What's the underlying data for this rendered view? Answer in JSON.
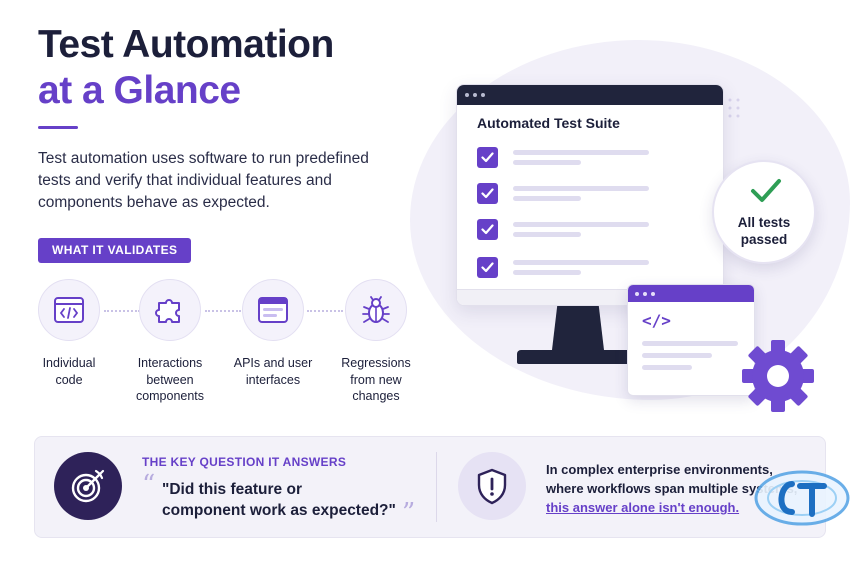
{
  "title": {
    "line1": "Test Automation",
    "line2": "at a Glance"
  },
  "description": "Test automation uses software to run predefined tests and verify that individual features and components behave as expected.",
  "validates": {
    "label": "WHAT IT VALIDATES",
    "items": [
      {
        "label": "Individual code",
        "icon": "code-window-icon"
      },
      {
        "label": "Interactions between components",
        "icon": "puzzle-icon"
      },
      {
        "label": "APIs and user interfaces",
        "icon": "browser-window-icon"
      },
      {
        "label": "Regressions from new changes",
        "icon": "bug-icon"
      }
    ]
  },
  "illustration": {
    "suite_title": "Automated Test Suite",
    "badge_text": "All tests passed",
    "code_glyph": "</>"
  },
  "key_question": {
    "label": "THE KEY QUESTION IT ANSWERS",
    "quote_line1": "\"Did this feature or",
    "quote_line2": "component work as expected?\""
  },
  "context": {
    "line1": "In complex enterprise environments,",
    "line2": "where workflows span multiple systems,",
    "highlight": "this answer alone isn't enough."
  },
  "colors": {
    "accent": "#6640c8",
    "dark": "#1c1f3a",
    "navy": "#20243c"
  }
}
